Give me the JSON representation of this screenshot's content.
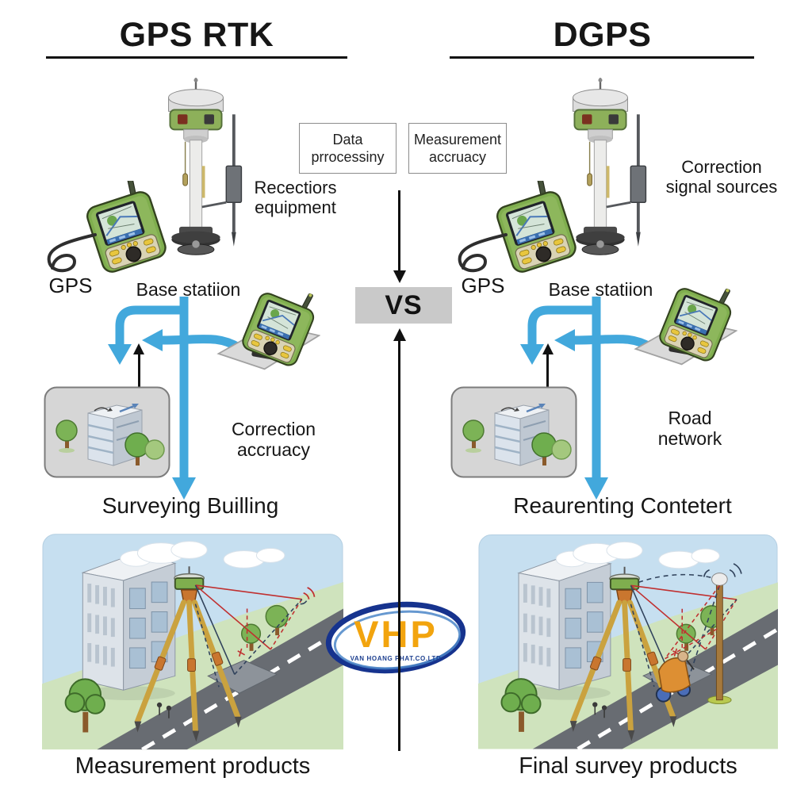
{
  "titles": {
    "left": "GPS RTK",
    "right": "DGPS"
  },
  "center": {
    "box_data_processing": "Data prrocessiny",
    "box_measurement_accuracy": "Measurement accruacy",
    "versus": "VS"
  },
  "left": {
    "gps": "GPS",
    "base_station": "Base statiion",
    "equipment": "Recectiors equipment",
    "correction": "Correction accruacy",
    "subtitle": "Surveying Builling",
    "caption": "Measurement products"
  },
  "right": {
    "gps": "GPS",
    "base_station": "Base statiion",
    "equipment": "Correction signal sources",
    "correction": "Road network",
    "subtitle": "Reaurenting Contetert",
    "caption": "Final survey products"
  },
  "logo": {
    "acronym": "VHP",
    "company": "VAN HOANG PHAT.CO.LTD"
  },
  "colors": {
    "arrow_blue": "#42a8dc",
    "vs_background": "#c9c9c9",
    "divider_black": "#111111",
    "logo_orange": "#f2a40e",
    "logo_blue": "#1d3f8f",
    "panel_sky": "#c6dff0",
    "device_green": "#7fae4e",
    "road_gray": "#686c72",
    "grass_green": "#cfe3bd",
    "tripod_orange": "#caa23f"
  },
  "icons": {
    "handheld_gps": "handheld-gps-controller-icon",
    "base_station": "base-station-receiver-icon",
    "survey_stake": "survey-stake-icon",
    "building_map": "building-map-icon",
    "rover_on_mat": "rover-controller-on-mat-icon",
    "scene": "survey-scene-illustration",
    "logo": "vhp-logo"
  }
}
